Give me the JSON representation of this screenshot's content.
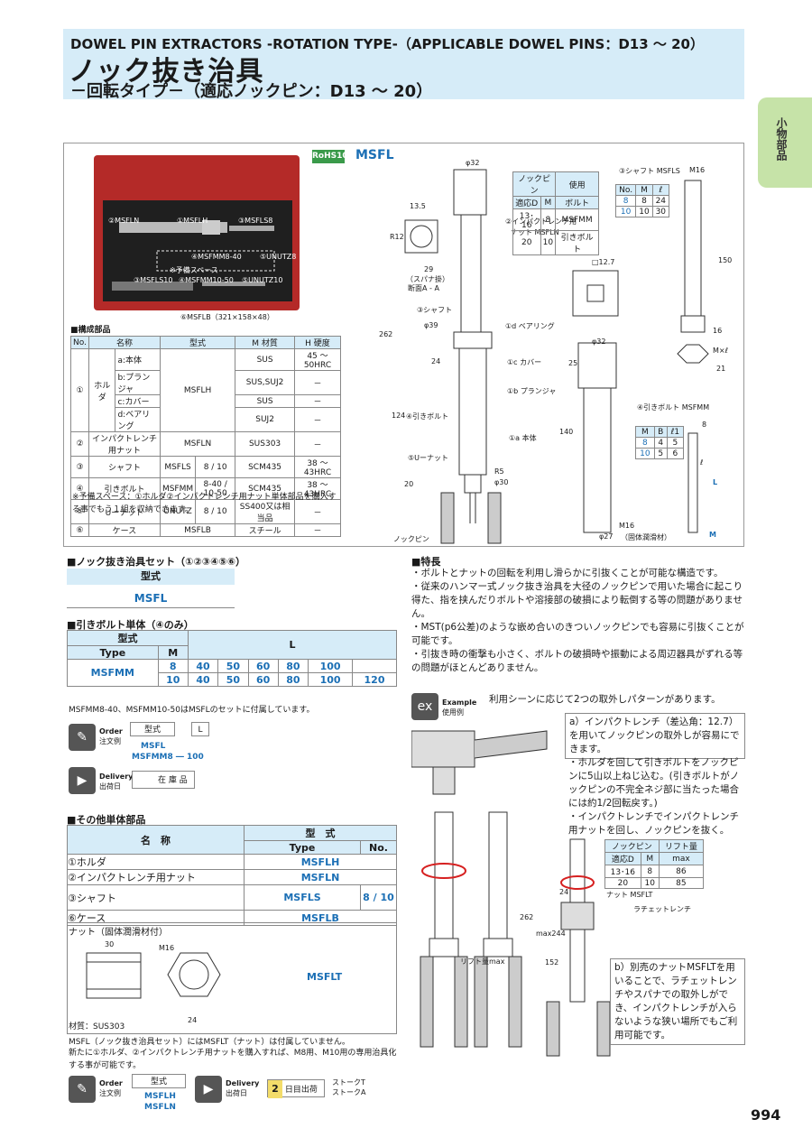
{
  "header": {
    "title_en": "DOWEL PIN EXTRACTORS -ROTATION TYPE-（APPLICABLE DOWEL PINS：D13 ～ 20）",
    "title_ja": "ノック抜き治具",
    "subtitle": "－回転タイプ－（適応ノックピン：D13 ～ 20）",
    "side_tab": "小物部品"
  },
  "product": {
    "rohs": "RoHS10",
    "model": "MSFL",
    "photo_labels": [
      "②MSFLN",
      "①MSFLH",
      "③MSFLS8",
      "④MSFMM8-40",
      "⑤UNUTZ8",
      "※予備スペース",
      "③MSFLS10",
      "④MSFMM10-50",
      "⑤UNUTZ10"
    ],
    "photo_caption": "⑥MSFLB（321×158×48）"
  },
  "diagram": {
    "labels": [
      "φ32",
      "13.5",
      "R12",
      "29",
      "（スパナ掛）",
      "断面A - A",
      "②インパクトレンチ用",
      "ナット MSFLN",
      "③シャフト",
      "φ39",
      "①d ベアリング",
      "262",
      "24",
      "①c カバー",
      "①b プランジャ",
      "124",
      "④引きボルト",
      "①a 本体",
      "⑤Uーナット",
      "20",
      "R5",
      "φ30",
      "ノックピン",
      "□12.7",
      "φ32",
      "25",
      "140",
      "M16",
      "（固体潤滑材）",
      "φ27",
      "③シャフト MSFLS",
      "M16",
      "150",
      "16",
      "M×ℓ",
      "21",
      "④引きボルト MSFMM",
      "8",
      "ℓ",
      "L",
      "M"
    ],
    "pin_table": {
      "head": [
        "ノックピン",
        "使用",
        "適応D",
        "M",
        "ボルト"
      ],
      "rows": [
        [
          "13･16",
          "8",
          "MSFMM"
        ],
        [
          "20",
          "10",
          "引きボルト"
        ]
      ]
    },
    "shaft_table": {
      "head": [
        "No.",
        "M",
        "ℓ"
      ],
      "rows": [
        [
          "8",
          "8",
          "24"
        ],
        [
          "10",
          "10",
          "30"
        ]
      ]
    },
    "bolt_table": {
      "head": [
        "M",
        "B",
        "ℓ1"
      ],
      "rows": [
        [
          "8",
          "4",
          "5"
        ],
        [
          "10",
          "5",
          "6"
        ]
      ]
    }
  },
  "components": {
    "title": "■構成部品",
    "head": [
      "No.",
      "名称",
      "型式",
      "M 材質",
      "H 硬度"
    ],
    "rows": [
      [
        "①",
        "ホルダ",
        "a:本体",
        "MSFLH",
        "SUS",
        "45 ～ 50HRC"
      ],
      [
        "",
        "",
        "b:プランジャ",
        "",
        "SUS,SUJ2",
        "－"
      ],
      [
        "",
        "",
        "c:カバー",
        "",
        "SUS",
        "－"
      ],
      [
        "",
        "",
        "d:ベアリング",
        "",
        "SUJ2",
        "－"
      ],
      [
        "②",
        "インパクトレンチ用ナット",
        "",
        "MSFLN",
        "SUS303",
        "－"
      ],
      [
        "③",
        "シャフト",
        "MSFLS",
        "8 / 10",
        "SCM435",
        "38 ～ 43HRC"
      ],
      [
        "④",
        "引きボルト",
        "MSFMM",
        "8-40 / 10-50",
        "SCM435",
        "38 ～ 43HRC"
      ],
      [
        "⑤",
        "Uーナット",
        "UNUTZ",
        "8 / 10",
        "SS400又は相当品",
        "－"
      ],
      [
        "⑥",
        "ケース",
        "MSFLB",
        "",
        "スチール",
        "－"
      ]
    ],
    "note": "※予備スペース：①ホルダ②インパクトレンチ用ナット単体部品を購入する事でもう１組を収納できます。"
  },
  "set": {
    "title": "■ノック抜き治具セット（①②③④⑤⑥）",
    "head": "型式",
    "value": "MSFL"
  },
  "bolt_single": {
    "title": "■引きボルト単体（④のみ）",
    "head_type": "型式",
    "head_type_en": "Type",
    "head_m": "M",
    "head_l": "L",
    "type": "MSFMM",
    "rows": [
      {
        "m": "8",
        "l": [
          "40",
          "50",
          "60",
          "80",
          "100",
          ""
        ]
      },
      {
        "m": "10",
        "l": [
          "40",
          "50",
          "60",
          "80",
          "100",
          "120"
        ]
      }
    ],
    "note": "MSFMM8-40、MSFMM10-50はMSFLのセットに付属しています。"
  },
  "order": {
    "label": "Order",
    "label_ja": "注文例",
    "type_label": "型式",
    "l_label": "L",
    "example1": "MSFL",
    "example2": "MSFMM8 ― 100",
    "delivery": "Delivery",
    "delivery_ja": "出荷日",
    "stock": "在 庫 品"
  },
  "features": {
    "title": "■特長",
    "items": [
      "・ボルトとナットの回転を利用し滑らかに引抜くことが可能な構造です。",
      "・従来のハンマー式ノック抜き治具を大径のノックピンで用いた場合に起こり得た、指を挟んだりボルトや溶接部の破損により転倒する等の問題がありません。",
      "・MST(p6公差)のような嵌め合いのきついノックピンでも容易に引抜くことが可能です。",
      "・引抜き時の衝撃も小さく、ボルトの破損時や振動による周辺器具がずれる等の問題がほとんどありません。"
    ]
  },
  "example": {
    "label": "Example",
    "label_ja": "使用例",
    "intro": "利用シーンに応じて2つの取外しパターンがあります。",
    "a_text": "a）インパクトレンチ（差込角：12.7）を用いてノックピンの取外しが容易にできます。",
    "a_steps": "・ホルダを回して引きボルトをノックピンに5山以上ねじ込む。(引きボルトがノックピンの不完全ネジ部に当たった場合には約1/2回転戻す。)\n・インパクトレンチでインパクトレンチ用ナットを回し、ノックピンを抜く。",
    "lift_table": {
      "head": [
        "ノックピン",
        "リフト量",
        "適応D",
        "M",
        "max"
      ],
      "rows": [
        [
          "13･16",
          "8",
          "86"
        ],
        [
          "20",
          "10",
          "85"
        ]
      ]
    },
    "labels": [
      "262",
      "max244",
      "152",
      "24",
      "ナット MSFLT",
      "ラチェットレンチ",
      "リフト量max"
    ],
    "b_text": "b）別売のナットMSFLTを用いることで、ラチェットレンチやスパナでの取外しができ、インパクトレンチが入らないような狭い場所でもご利用可能です。"
  },
  "other_parts": {
    "title": "■その他単体部品",
    "head_name": "名　称",
    "head_model": "型　式",
    "head_type": "Type",
    "head_no": "No.",
    "rows": [
      {
        "name": "①ホルダ",
        "type": "MSFLH",
        "no": ""
      },
      {
        "name": "②インパクトレンチ用ナット",
        "type": "MSFLN",
        "no": ""
      },
      {
        "name": "③シャフト",
        "type": "MSFLS",
        "no": "8 / 10"
      },
      {
        "name": "⑥ケース",
        "type": "MSFLB",
        "no": ""
      }
    ],
    "nut_title": "ナット（固体潤滑材付）",
    "nut_dims": [
      "30",
      "M16",
      "24"
    ],
    "nut_material": "材質：SUS303",
    "nut_type": "MSFLT",
    "note1": "MSFL（ノック抜き治具セット）にはMSFLT（ナット）は付属していません。",
    "note2": "新たに①ホルダ、②インパクトレンチ用ナットを購入すれば、M8用、M10用の専用治具化する事が可能です。"
  },
  "order2": {
    "type_label": "型式",
    "ex1": "MSFLH",
    "ex2": "MSFLN",
    "days": "2",
    "days_label": "日目出荷",
    "stroke1": "ストークT",
    "stroke2": "ストークA"
  },
  "page_number": "994"
}
